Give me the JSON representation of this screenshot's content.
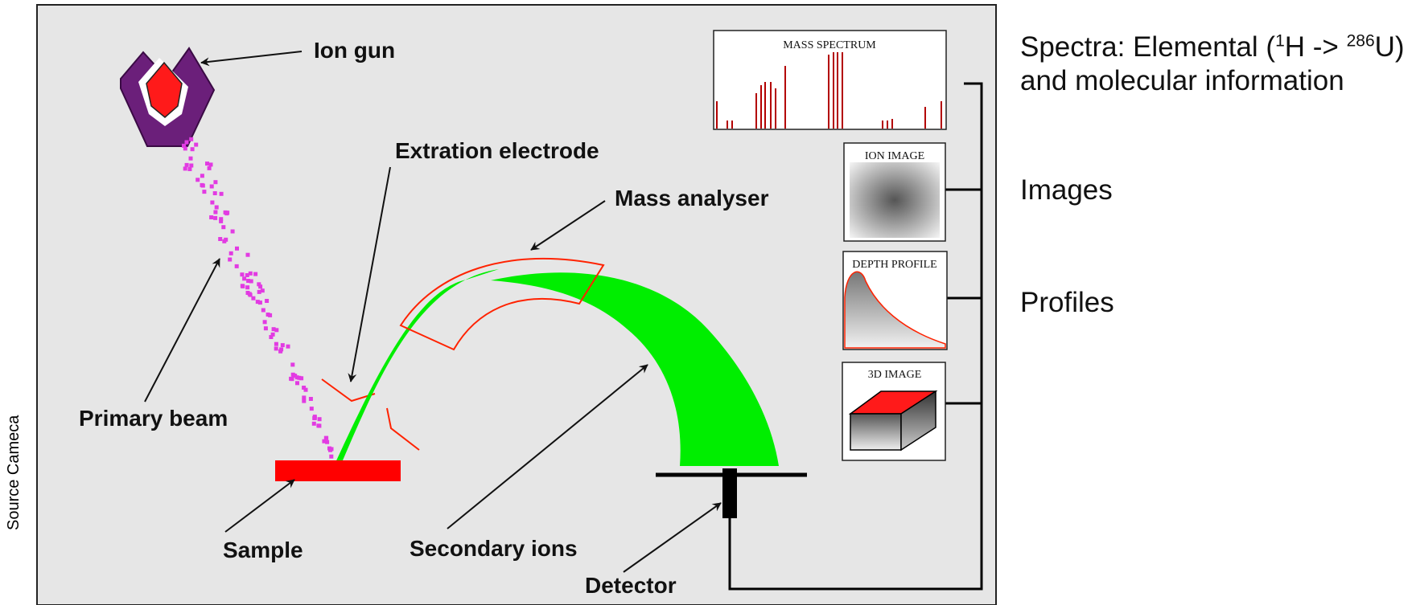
{
  "source_credit": "Source Cameca",
  "labels": {
    "ion_gun": "Ion gun",
    "extraction_electrode": "Extration electrode",
    "mass_analyser": "Mass analyser",
    "primary_beam": "Primary beam",
    "sample": "Sample",
    "secondary_ions": "Secondary ions",
    "detector": "Detector"
  },
  "panels": {
    "mass_spectrum": "MASS SPECTRUM",
    "ion_image": "ION IMAGE",
    "depth_profile": "DEPTH PROFILE",
    "image_3d": "3D IMAGE"
  },
  "right_notes": {
    "spectra_prefix": "Spectra: Elemental (",
    "sup_1": "1",
    "spectra_mid": "H -> ",
    "sup_2": "286",
    "spectra_suffix": "U) and molecular information",
    "images": "Images",
    "profiles": "Profiles"
  },
  "colors": {
    "background_panel": "#e6e6e6",
    "ion_gun_body": "#6b1f7a",
    "beam_dots": "#e23be2",
    "sample": "#ff0000",
    "secondary_ions": "#00ee00",
    "analyser_outline": "#ff2200"
  }
}
